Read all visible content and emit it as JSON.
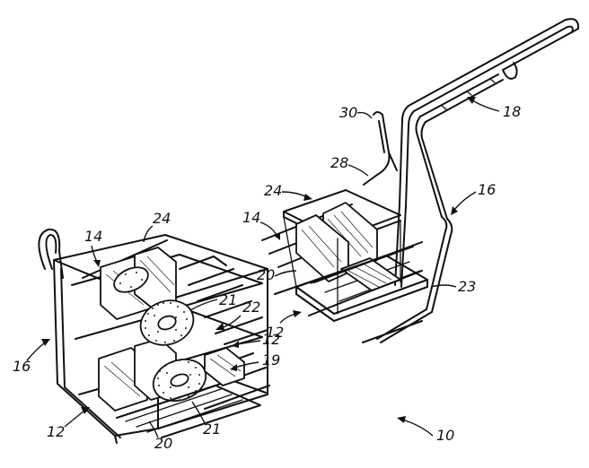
{
  "figure": {
    "labels": {
      "n10": "10",
      "n12a": "12",
      "n12b": "12",
      "n12c": "12",
      "n14a": "14",
      "n14b": "14",
      "n16a": "16",
      "n16b": "16",
      "n18": "18",
      "n19": "19",
      "n20a": "20",
      "n20b": "20",
      "n21a": "21",
      "n21b": "21",
      "n22": "22",
      "n23": "23",
      "n24a": "24",
      "n24b": "24",
      "n28": "28",
      "n30": "30"
    }
  }
}
